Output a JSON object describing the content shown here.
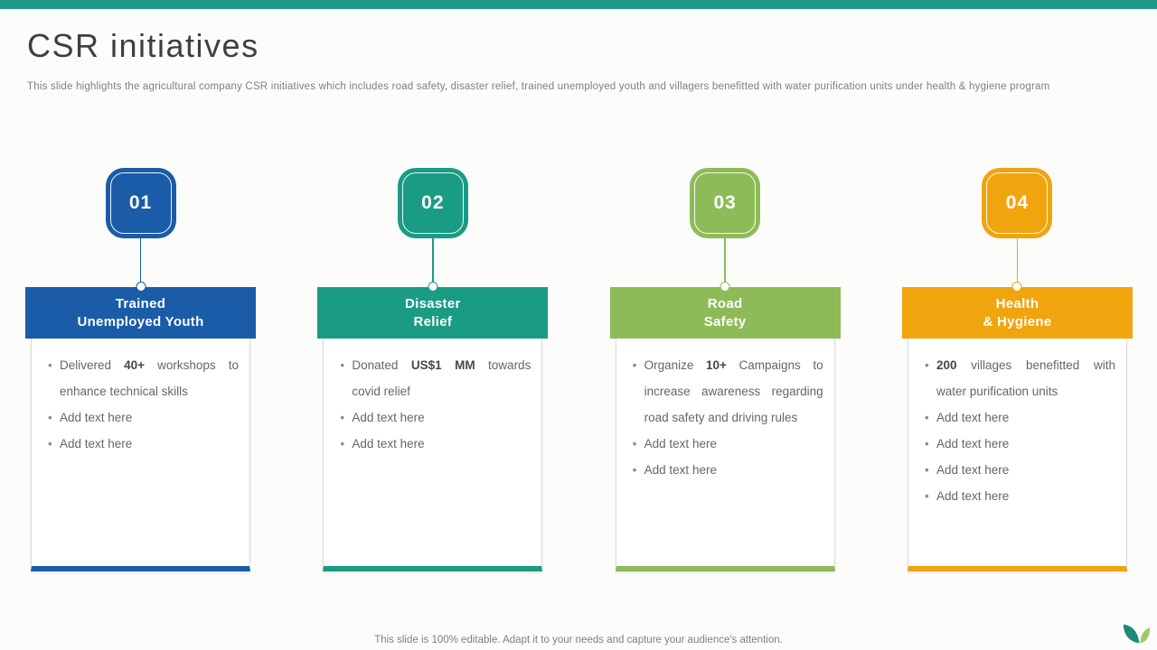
{
  "slide": {
    "title": "CSR initiatives",
    "subtitle": "This slide highlights the agricultural company CSR initiatives which includes road safety, disaster relief, trained unemployed youth and villagers benefitted with water purification units under health & hygiene program",
    "footer": "This slide is 100% editable. Adapt it to your needs and capture your audience's attention."
  },
  "theme": {
    "top_bar_color": "#1E9A84",
    "background": "#FCFCFA",
    "logo_leaf_dark": "#1C8A77",
    "logo_leaf_light": "#A2C766"
  },
  "columns": [
    {
      "number": "01",
      "color": "#1A5CA8",
      "title_lines": [
        "Trained",
        "Unemployed Youth"
      ],
      "bullets": [
        [
          {
            "t": "Delivered ",
            "b": false
          },
          {
            "t": "40+",
            "b": true
          },
          {
            "t": " workshops to enhance technical skills",
            "b": false
          }
        ],
        [
          {
            "t": "Add text here",
            "b": false
          }
        ],
        [
          {
            "t": "Add text here",
            "b": false
          }
        ]
      ]
    },
    {
      "number": "02",
      "color": "#1A9B84",
      "title_lines": [
        "Disaster",
        "Relief"
      ],
      "bullets": [
        [
          {
            "t": "Donated ",
            "b": false
          },
          {
            "t": "US$1 MM",
            "b": true
          },
          {
            "t": " towards covid relief",
            "b": false
          }
        ],
        [
          {
            "t": "Add text here",
            "b": false
          }
        ],
        [
          {
            "t": "Add text here",
            "b": false
          }
        ]
      ]
    },
    {
      "number": "03",
      "color": "#8DBB57",
      "title_lines": [
        "Road",
        "Safety"
      ],
      "bullets": [
        [
          {
            "t": "Organize ",
            "b": false
          },
          {
            "t": "10+",
            "b": true
          },
          {
            "t": " Campaigns to increase awareness regarding road safety and driving rules",
            "b": false
          }
        ],
        [
          {
            "t": "Add text here",
            "b": false
          }
        ],
        [
          {
            "t": "Add text here",
            "b": false
          }
        ]
      ]
    },
    {
      "number": "04",
      "color": "#F0A40E",
      "title_lines": [
        "Health",
        "& Hygiene"
      ],
      "bullets": [
        [
          {
            "t": "200",
            "b": true
          },
          {
            "t": " villages benefitted with water purification units",
            "b": false
          }
        ],
        [
          {
            "t": "Add text here",
            "b": false
          }
        ],
        [
          {
            "t": "Add text here",
            "b": false
          }
        ],
        [
          {
            "t": "Add text here",
            "b": false
          }
        ],
        [
          {
            "t": "Add text here",
            "b": false
          }
        ]
      ]
    }
  ]
}
